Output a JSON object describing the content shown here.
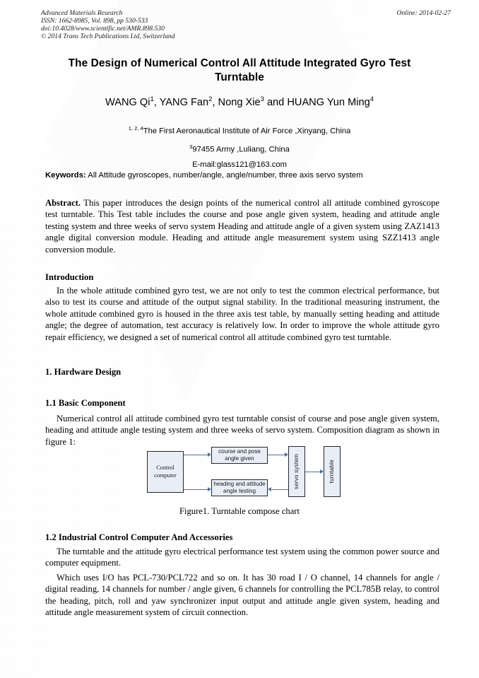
{
  "header": {
    "journal": "Advanced Materials Research",
    "issn": "ISSN: 1662-8985, Vol. 898, pp 530-533",
    "doi": "doi:10.4028/www.scientific.net/AMR.898.530",
    "copyright": "© 2014 Trans Tech Publications Ltd, Switzerland",
    "online": "Online: 2014-02-27"
  },
  "title": "The Design of Numerical Control All Attitude Integrated Gyro Test Turntable",
  "authors": {
    "a1_name": "WANG Qi",
    "a1_sup": "1",
    "sep1": ", ",
    "a2_name": "YANG Fan",
    "a2_sup": "2",
    "sep2": ", ",
    "a3_name": "Nong Xie",
    "a3_sup": "3",
    "sep3": " and ",
    "a4_name": "HUANG  Yun Ming",
    "a4_sup": "4"
  },
  "affiliations": {
    "line1_sup": "1, 2, 4",
    "line1": "The First Aeronautical Institute of Air Force ,Xinyang, China",
    "line2_sup": "3",
    "line2": "97455 Army ,Luliang, China",
    "email": "E-mail:glass121@163.com"
  },
  "keywords": {
    "label": "Keywords:",
    "text": " All Attitude gyroscopes, number/angle, angle/number, three axis servo system"
  },
  "abstract": {
    "label": "Abstract.",
    "text": " This paper introduces the design points of the numerical control all attitude combined gyroscope test turntable. This Test table includes the course and pose angle given system, heading and attitude angle testing system and three weeks of servo system Heading and attitude angle of a given system using ZAZ1413 angle digital conversion module. Heading and attitude angle measurement system using SZZ1413 angle conversion module."
  },
  "sections": {
    "introduction_head": "Introduction",
    "introduction_text": "In the whole attitude combined gyro test, we are not only to test the common electrical performance, but also to test its course and attitude of the output signal stability. In the traditional measuring instrument, the whole attitude combined gyro is housed in the three axis test table, by manually setting heading and attitude angle; the degree of automation, test accuracy is relatively low. In order to improve the whole attitude gyro repair efficiency, we designed a set of numerical control all attitude combined gyro test turntable.",
    "hardware_head": "1. Hardware Design",
    "basic_component_head": "1.1  Basic Component",
    "basic_component_text": "Numerical control all attitude combined gyro test turntable consist of course and pose angle given system, heading and attitude angle testing system and three weeks of servo system. Composition diagram as shown in figure 1:",
    "industrial_head": "1.2  Industrial Control Computer And Accessories",
    "industrial_text1": "The turntable and the attitude gyro electrical performance test system using the common power source and computer equipment.",
    "industrial_text2": "Which uses I/O has PCL-730/PCL722 and so on. It has 30 road I / O channel, 14 channels for angle / digital reading, 14 channels for number / angle given, 6 channels for controlling the PCL785B relay, to control the heading, pitch, roll and yaw synchronizer input output and attitude angle given system, heading and attitude angle measurement system of circuit connection."
  },
  "figure": {
    "caption": "Figure1. Turntable  compose chart",
    "boxes": {
      "control_computer": "Control computer",
      "course_pose": "course and pose angle given",
      "heading_attitude": "heading and  attitude angle testing",
      "servo_system": "servo system",
      "turntable": "turntable"
    }
  },
  "colors": {
    "box_fill": "#e9eef6",
    "box_border": "#23272e",
    "arrow": "#4472a8"
  }
}
